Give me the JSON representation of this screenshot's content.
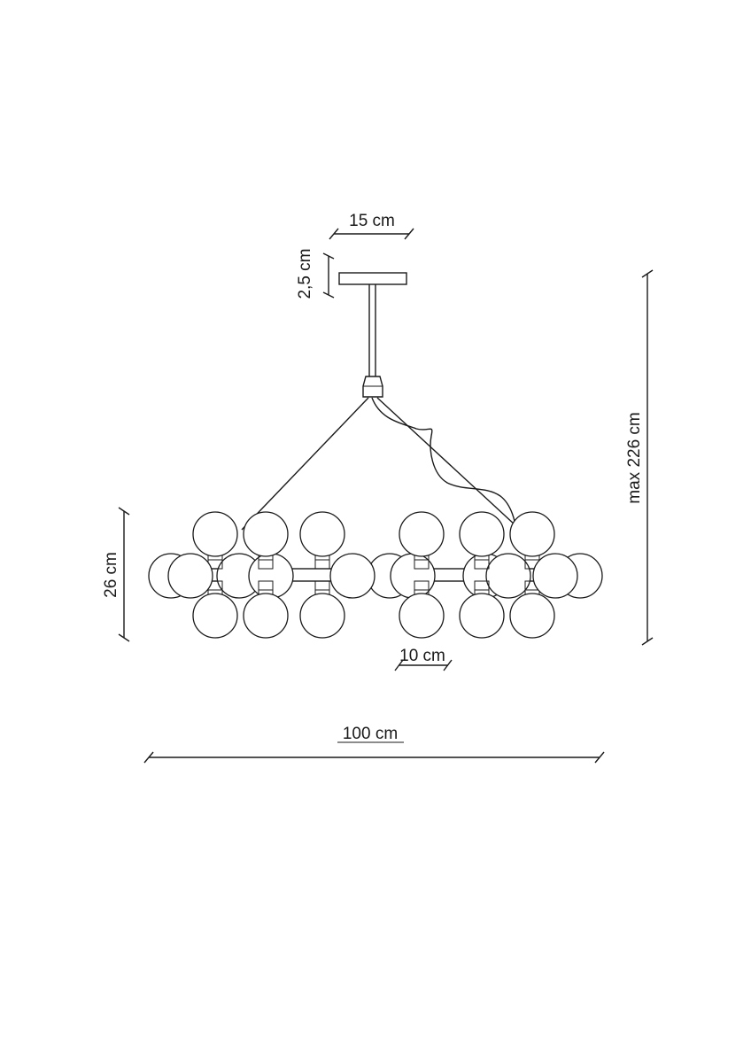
{
  "dimensions": {
    "canopy_width": "15 cm",
    "canopy_height": "2,5 cm",
    "total_height": "max 226 cm",
    "lamp_height": "26 cm",
    "globe_diameter": "10 cm",
    "total_width": "100 cm"
  },
  "colors": {
    "line": "#1a1a1a",
    "background": "#ffffff"
  }
}
